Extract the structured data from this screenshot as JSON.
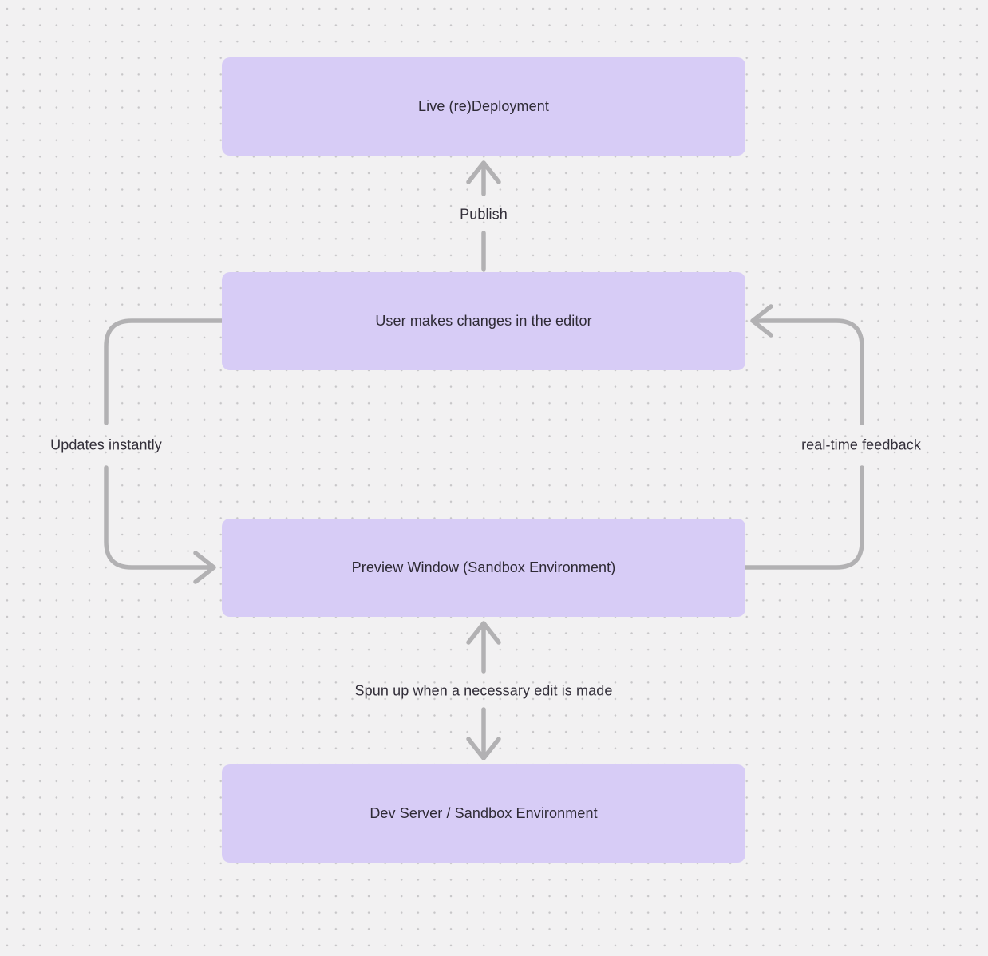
{
  "colors": {
    "bg": "#f2f1f2",
    "dot": "#c7c6c8",
    "node-fill": "#d7ccf6",
    "node-text": "#2e2a35",
    "arrow": "#b2b1b3",
    "label-text": "#332f3a"
  },
  "nodes": [
    {
      "id": "live-deployment",
      "label": "Live (re)Deployment"
    },
    {
      "id": "editor",
      "label": "User makes changes in the editor"
    },
    {
      "id": "preview-window",
      "label": "Preview Window (Sandbox Environment)"
    },
    {
      "id": "dev-server",
      "label": "Dev Server / Sandbox Environment"
    }
  ],
  "edges": [
    {
      "id": "publish",
      "label": "Publish",
      "from": "editor",
      "to": "live-deployment",
      "direction": "up"
    },
    {
      "id": "updates-instantly",
      "label": "Updates instantly",
      "from": "editor",
      "to": "preview-window",
      "direction": "down-left-loop"
    },
    {
      "id": "real-time-feedback",
      "label": "real-time feedback",
      "from": "preview-window",
      "to": "editor",
      "direction": "up-right-loop"
    },
    {
      "id": "spun-up",
      "label": "Spun up when a necessary edit is made",
      "from": "preview-window",
      "to": "dev-server",
      "direction": "bidirectional"
    }
  ]
}
